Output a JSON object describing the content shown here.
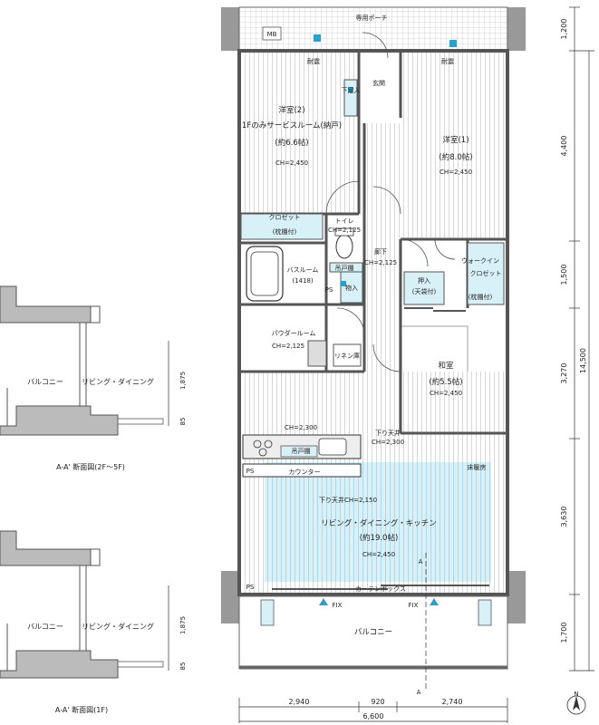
{
  "rooms": {
    "western2": {
      "name": "洋室(2)",
      "sub": "1Fのみサービスルーム(納戸)",
      "area": "(約6.6帖)",
      "ch": "CH=2,450"
    },
    "western1": {
      "name": "洋室(1)",
      "area": "(約8.0帖)",
      "ch": "CH=2,450"
    },
    "washitsu": {
      "name": "和室",
      "area": "(約5.5帖)",
      "ch": "CH=2,450"
    },
    "ldk": {
      "name": "リビング・ダイニング・キッチン",
      "area": "(約19.0帖)",
      "ch": "CH=2,450"
    },
    "bath": {
      "name": "バスルーム",
      "size": "(1418)"
    },
    "powder": {
      "name": "パウダールーム",
      "ch": "CH=2,125"
    },
    "toilet": {
      "name": "トイレ",
      "ch": "CH=2,125"
    },
    "corridor": {
      "name": "廊下",
      "ch": "CH=2,125"
    },
    "entrance": {
      "name": "玄関"
    }
  },
  "labels": {
    "private_porch": "専用ポーチ",
    "meter_box": "MB",
    "shoe_box": "下足入",
    "closet": "クロゼット",
    "closet_shelf": "(枕棚付)",
    "walk_in": "ウォークイン",
    "walk_in2": "クロゼット",
    "walk_in_shelf": "(枕棚付)",
    "oshiire": "押入",
    "oshiire_sub": "(天袋付)",
    "hanging_shelf1": "吊戸棚",
    "hanging_shelf2": "吊戸棚",
    "storage": "物入",
    "linen": "リネン庫",
    "ps1": "PS",
    "ps2": "PS",
    "ps3": "PS",
    "counter": "カウンター",
    "floor_heating": "床暖房",
    "lowered_ceiling": "下り天井",
    "lowered_ch": "CH=2,300",
    "ldk_ch2": "CH=2,300",
    "ldk_lowered": "下り天井CH=2,150",
    "curtain_box": "カーテンボックス",
    "fix1": "FIX",
    "fix2": "FIX",
    "fireproof_top": "耐震",
    "fireproof_top2": "耐震",
    "balcony": "バルコニー",
    "aa_top": "A",
    "aa_bottom": "A"
  },
  "dims": {
    "right": [
      "1,200",
      "4,400",
      "1,500",
      "3,270",
      "3,630",
      "1,700"
    ],
    "right_total": "14,500",
    "bottom": [
      "2,940",
      "920",
      "2,740"
    ],
    "bottom_total": "6,600"
  },
  "sections": [
    {
      "left": "バルコニー",
      "right": "リビング・ダイニング",
      "h1": "1,875",
      "h2": "85",
      "caption": "A-A' 断面図(2F〜5F)"
    },
    {
      "left": "バルコニー",
      "right": "リビング・ダイニング",
      "h1": "1,875",
      "h2": "85",
      "caption": "A-A' 断面図(1F)"
    }
  ],
  "compass": "N"
}
